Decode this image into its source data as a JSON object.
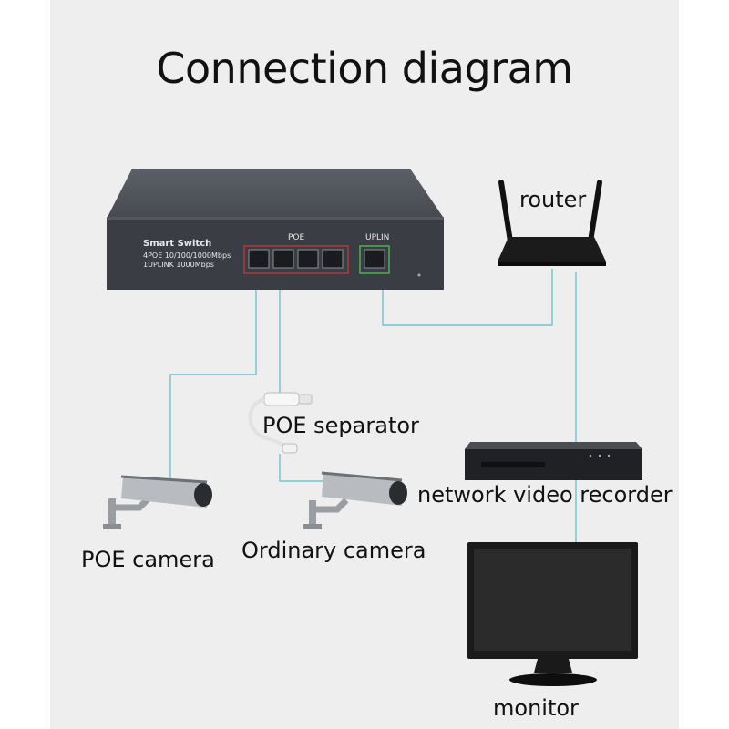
{
  "title": "Connection diagram",
  "switch": {
    "name": "Smart Switch",
    "spec_line1": "4POE 10/100/1000Mbps",
    "spec_line2": "1UPLINK 1000Mbps",
    "poe_label": "POE",
    "uplink_label": "UPLIN",
    "poe_port_count": 4
  },
  "labels": {
    "router": "router",
    "poe_separator": "POE separator",
    "nvr": "network video recorder",
    "poe_camera": "POE camera",
    "ordinary_camera": "Ordinary camera",
    "monitor": "monitor"
  },
  "colors": {
    "wire": "#6fc3d1",
    "poe_border": "#b03a3a",
    "uplink_border": "#4caf50",
    "switch_body": "#3a3e44"
  }
}
